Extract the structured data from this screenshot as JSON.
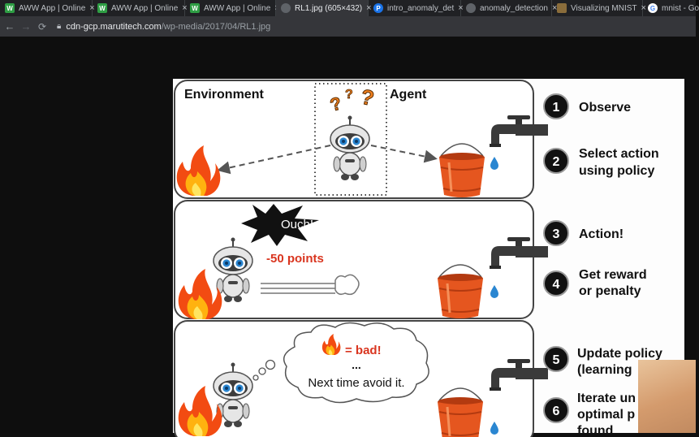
{
  "browser": {
    "tabs": [
      {
        "title": "AWW App | Online",
        "favicon": "aww-icon",
        "favicon_color": "#2e9e44",
        "favicon_letter": "W",
        "active": false
      },
      {
        "title": "AWW App | Online",
        "favicon": "aww-icon",
        "favicon_color": "#2e9e44",
        "favicon_letter": "W",
        "active": false
      },
      {
        "title": "AWW App | Online",
        "favicon": "aww-icon",
        "favicon_color": "#2e9e44",
        "favicon_letter": "W",
        "active": false
      },
      {
        "title": "RL1.jpg (605×432)",
        "favicon": "globe-icon",
        "favicon_color": "#5f6368",
        "favicon_letter": "",
        "active": true
      },
      {
        "title": "intro_anomaly_det",
        "favicon": "notebook-icon",
        "favicon_color": "#1a73e8",
        "favicon_letter": "P",
        "active": false
      },
      {
        "title": "anomaly_detection",
        "favicon": "globe-icon",
        "favicon_color": "#5f6368",
        "favicon_letter": "",
        "active": false
      },
      {
        "title": "Visualizing MNIST",
        "favicon": "page-icon",
        "favicon_color": "#8a6d3b",
        "favicon_letter": "",
        "active": false
      },
      {
        "title": "mnist - Go",
        "favicon": "google-icon",
        "favicon_color": "#ffffff",
        "favicon_letter": "G",
        "active": false
      }
    ],
    "close_glyph": "×",
    "url_host": "cdn-gcp.marutitech.com",
    "url_path": "/wp-media/2017/04/RL1.jpg"
  },
  "figure": {
    "environment_label": "Environment",
    "agent_label": "Agent",
    "ouch_text": "Ouch!",
    "penalty_text": "-50 points",
    "thought_bad": "= bad!",
    "thought_dots": "...",
    "thought_next": "Next time avoid it.",
    "accent_red": "#d9351f",
    "bucket_color": "#e5561f",
    "steps": [
      {
        "number": "1",
        "line1": "Observe",
        "line2": ""
      },
      {
        "number": "2",
        "line1": "Select action",
        "line2": "using policy"
      },
      {
        "number": "3",
        "line1": "Action!",
        "line2": ""
      },
      {
        "number": "4",
        "line1": "Get reward",
        "line2": "or penalty"
      },
      {
        "number": "5",
        "line1": "Update policy",
        "line2": "(learning"
      },
      {
        "number": "6",
        "line1": "Iterate un",
        "line2": "optimal p",
        "line3": "found"
      }
    ]
  }
}
